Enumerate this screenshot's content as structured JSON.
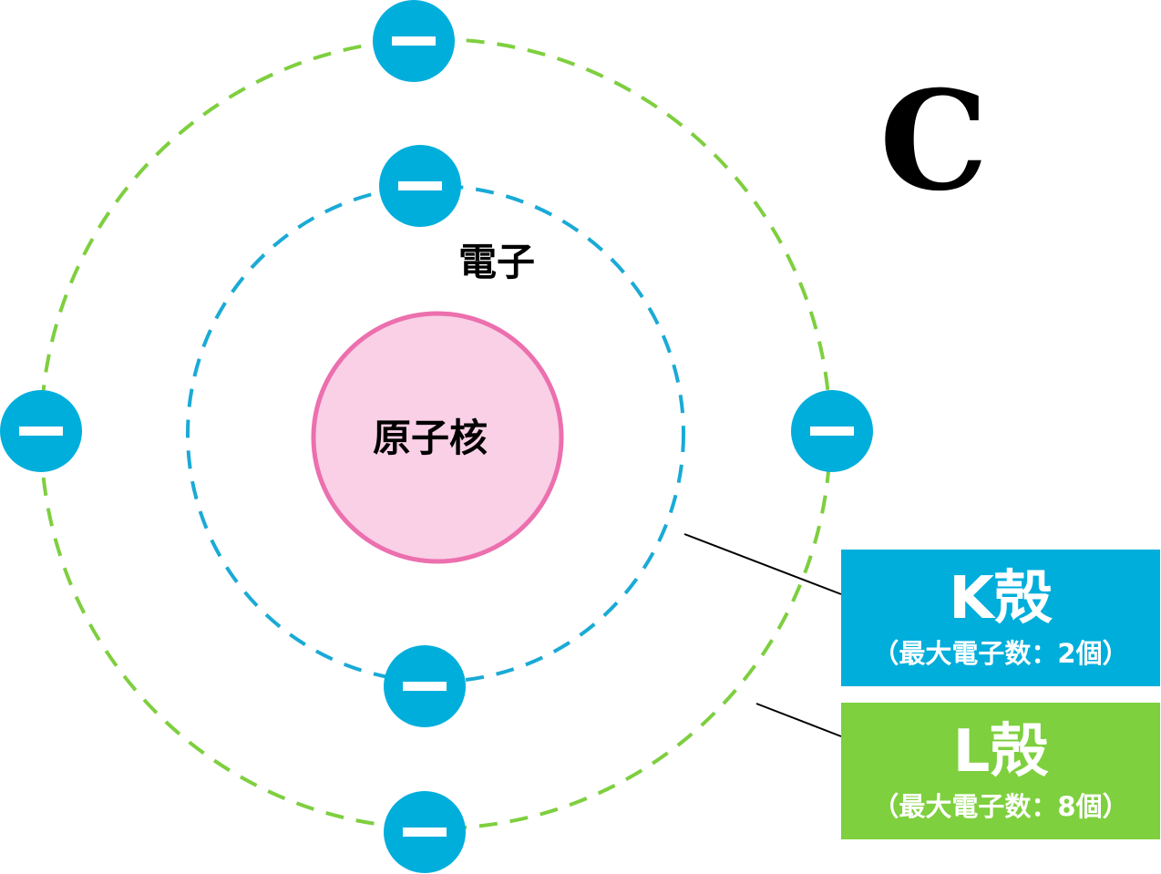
{
  "symbol": "C",
  "labels": {
    "nucleus": "原子核",
    "electron": "電子",
    "minus": "−"
  },
  "shells": {
    "k": {
      "name": "K殻",
      "capacity": "（最大電子数：2個）",
      "color": "#00AEDC"
    },
    "l": {
      "name": "L殻",
      "capacity": "（最大電子数：8個）",
      "color": "#7ED03E"
    }
  },
  "colors": {
    "nucleus_fill": "#F9D0E6",
    "nucleus_stroke": "#EC6FAE",
    "electron": "#00AEDC",
    "k_orbit": "#1AAAD6",
    "l_orbit": "#7ECF3F"
  }
}
